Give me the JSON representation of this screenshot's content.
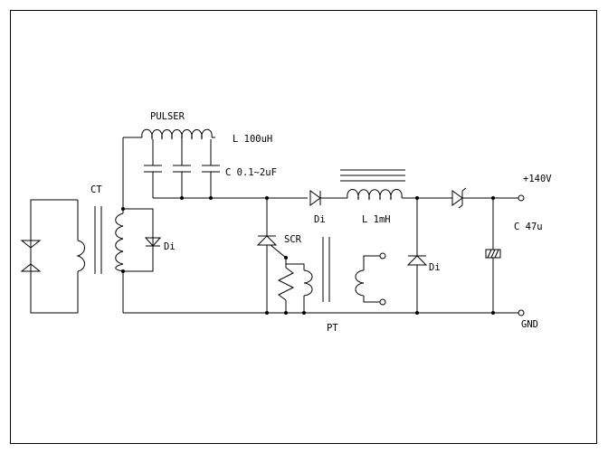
{
  "labels": {
    "pulser": "PULSER",
    "inductor_pulser": "L 100uH",
    "capacitor_bank": "C 0.1~2uF",
    "current_transformer": "CT",
    "diode_ct": "Di",
    "diode_series": "Di",
    "inductor_series": "L 1mH",
    "scr": "SCR",
    "diode_shunt": "Di",
    "pulse_transformer": "PT",
    "capacitor_output": "C 47u",
    "output_positive": "+140V",
    "output_ground": "GND"
  }
}
